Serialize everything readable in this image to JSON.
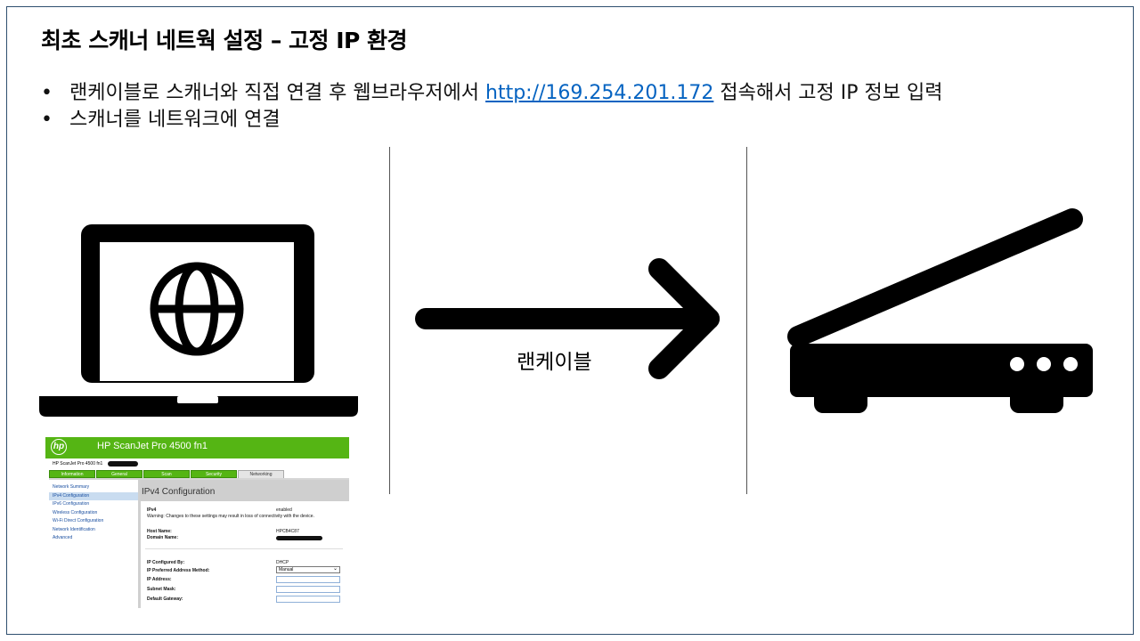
{
  "slide": {
    "title": "최초 스캐너 네트웍 설정 – 고정 IP 환경",
    "bullets": [
      {
        "marker": "•",
        "before": "랜케이블로 스캐너와 직접 연결 후 웹브라우저에서 ",
        "link": "http://169.254.201.172",
        "after": " 접속해서 고정 IP 정보 입력"
      },
      {
        "marker": "•",
        "before": "스캐너를 네트워크에 연결",
        "link": "",
        "after": ""
      }
    ],
    "arrow_label": "랜케이블",
    "icons": {
      "laptop": "laptop-globe-icon",
      "arrow": "arrow-right-icon",
      "scanner": "flatbed-scanner-icon"
    },
    "colors": {
      "link": "#0563c1",
      "hp_green": "#55b514",
      "frame": "#2f4f6f"
    }
  },
  "ews": {
    "logo": "hp",
    "header_title": "HP ScanJet Pro 4500 fn1",
    "device_name": "HP ScanJet Pro 4500 fn1",
    "tabs": [
      "Information",
      "General",
      "Scan",
      "Security",
      "Networking"
    ],
    "active_tab": "Networking",
    "nav": [
      "Network Summary",
      "IPv4 Configuration",
      "IPv6 Configuration",
      "Wireless Configuration",
      "Wi-Fi Direct Configuration",
      "Network Identification",
      "Advanced"
    ],
    "nav_selected": "IPv4 Configuration",
    "panel_title": "IPv4 Configuration",
    "ipv4_label": "IPv4",
    "ipv4_value": "enabled",
    "warning": "Warning: Changes to these settings may result in loss of connectivity with the device.",
    "host_name_label": "Host Name:",
    "host_name_value": "HPCB4C87",
    "domain_name_label": "Domain Name:",
    "ip_configured_by_label": "IP Configured By:",
    "ip_configured_by_value": "DHCP",
    "ip_method_label": "IP Preferred Address Method:",
    "ip_method_value": "Manual",
    "ip_address_label": "IP Address:",
    "subnet_mask_label": "Subnet Mask:",
    "default_gateway_label": "Default Gateway:"
  }
}
